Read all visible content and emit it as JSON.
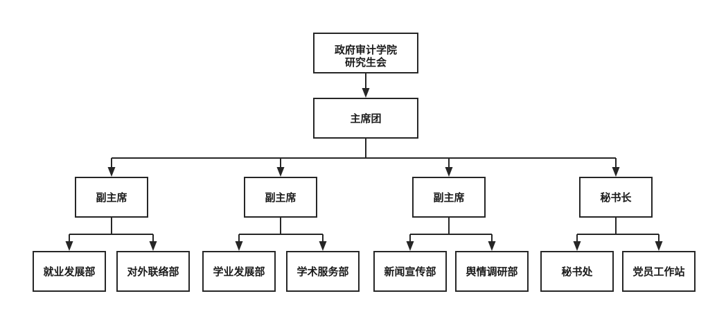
{
  "diagram": {
    "root": {
      "lines": [
        "政府审计学院",
        "研究生会"
      ],
      "child": {
        "label": "主席团",
        "branches": [
          {
            "label": "副主席",
            "children": [
              "就业发展部",
              "对外联络部"
            ]
          },
          {
            "label": "副主席",
            "children": [
              "学业发展部",
              "学术服务部"
            ]
          },
          {
            "label": "副主席",
            "children": [
              "新闻宣传部",
              "舆情调研部"
            ]
          },
          {
            "label": "秘书长",
            "children": [
              "秘书处",
              "党员工作站"
            ]
          }
        ]
      }
    },
    "colors": {
      "line": "#262626",
      "box_fill": "#ffffff",
      "text": "#1a1a1a"
    }
  }
}
